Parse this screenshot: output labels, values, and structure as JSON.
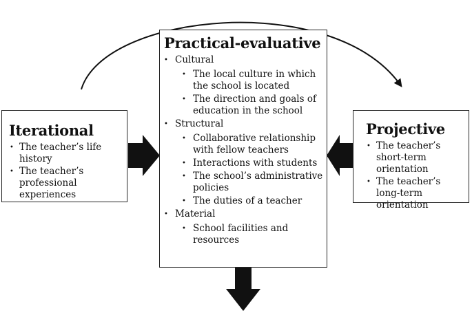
{
  "iterational": {
    "title": "Iterational",
    "items": [
      "The teacher’s life history",
      "The teacher’s professional experiences"
    ]
  },
  "practical": {
    "title": "Practical-evaluative",
    "categories": [
      {
        "label": "Cultural",
        "items": [
          "The local culture in which the school is located",
          "The direction and goals of education in the school"
        ]
      },
      {
        "label": "Structural",
        "items": [
          "Collaborative relationship with fellow teachers",
          "Interactions with students",
          "The school’s administrative policies",
          "The duties of a teacher"
        ]
      },
      {
        "label": "Material",
        "items": [
          "School facilities and resources"
        ]
      }
    ]
  },
  "projective": {
    "title": "Projective",
    "items": [
      "The teacher’s short-term orientation",
      "The teacher’s long-term orientation"
    ]
  }
}
